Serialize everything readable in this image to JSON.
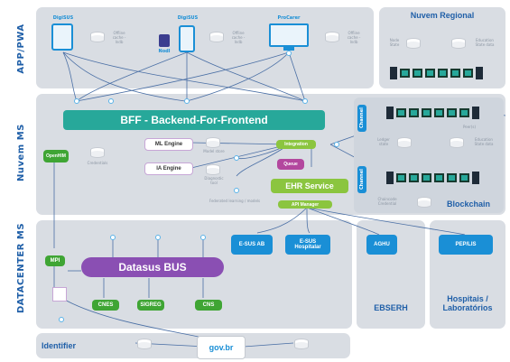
{
  "colors": {
    "panel": "#d9dde3",
    "teal": "#27a89a",
    "blue": "#1a8fd6",
    "green": "#3fa534",
    "lime": "#8bc53f",
    "purple": "#8a4fb3",
    "magenta": "#b3479e",
    "label": "#1f5fa8"
  },
  "sections": {
    "app": "APP/PWA",
    "nuvem_ms": "Nuvem MS",
    "datacenter": "DATACENTER MS",
    "nuvem_regional": "Nuvem Regional"
  },
  "app_devices": [
    {
      "label": "DigiSUS",
      "sub": "Offline\ncache -\nIndb"
    },
    {
      "label": "DigiSUS",
      "sub": "Offline\ncache -\nIndb"
    },
    {
      "label": "ProCarer",
      "sub": "Offline\ncache -\nIndb"
    }
  ],
  "app_extra": {
    "token": "Nodl"
  },
  "regional": {
    "db_left": "Node\nState",
    "db_right": "Education\nState data"
  },
  "bff": "BFF - Backend-For-Frontend",
  "openhim": "OpenHIM",
  "openhim_sub": "Credentials",
  "ml_engine": "ML Engine",
  "ia_engine": "IA Engine",
  "ml_sub": "Model store",
  "ia_sub": "Diagnostic\ntool",
  "federated_sub": "Federated learning / models",
  "integration": "Integration",
  "queue": "Queue",
  "ehr_service": "EHR Service",
  "api_manager": "API Manager",
  "blockchain": {
    "channel1": "Channel",
    "channel2": "Channel",
    "db_left1": "Ledger\nstate",
    "db_right1": "Education\nState data",
    "db_left2": "Chaincode\nCredential",
    "title": "Blockchain",
    "peer": "Peer(s)"
  },
  "mpi": "MPI",
  "datasus_bus": "Datasus BUS",
  "bus_items": [
    "CNES",
    "SIGREG",
    "CNS"
  ],
  "esus_ab": "E-SUS AB",
  "esus_hosp": "E-SUS\nHospitalar",
  "aghu": "AGHU",
  "pep_lis": "PEP/LIS",
  "ebserh": "EBSERH",
  "hospitais": "Hospitais /\nLaboratórios",
  "identifier": "Identifier",
  "govbr": "gov.br"
}
